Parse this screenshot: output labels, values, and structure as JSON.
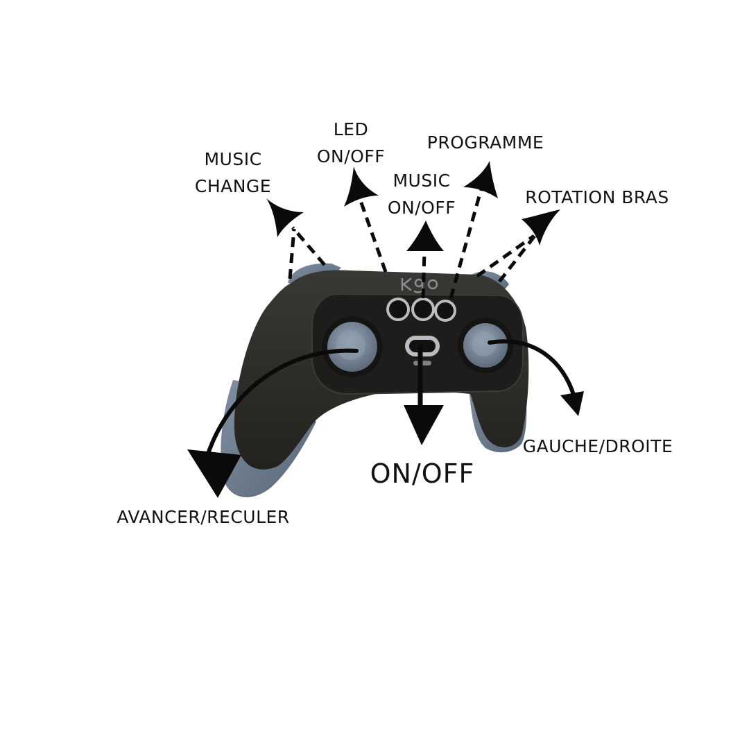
{
  "diagram": {
    "controller": {
      "brand_logo": "K9O",
      "body_color": "#2e2c28",
      "grip_color": "#6f7f91",
      "button_ring_color": "#b9bcc0"
    },
    "labels": {
      "music_change": [
        "MUSIC",
        "CHANGE"
      ],
      "led_onoff": [
        "LED",
        "ON/OFF"
      ],
      "music_onoff": [
        "MUSIC",
        "ON/OFF"
      ],
      "programme": [
        "PROGRAMME"
      ],
      "rotation_bras": [
        "ROTATION BRAS"
      ],
      "power_onoff": [
        "ON/OFF"
      ],
      "gauche_droite": [
        "GAUCHE/DROITE"
      ],
      "avancer_reculer": [
        "AVANCER/RECULER"
      ]
    },
    "arrow_color": "#0a0a0a"
  }
}
